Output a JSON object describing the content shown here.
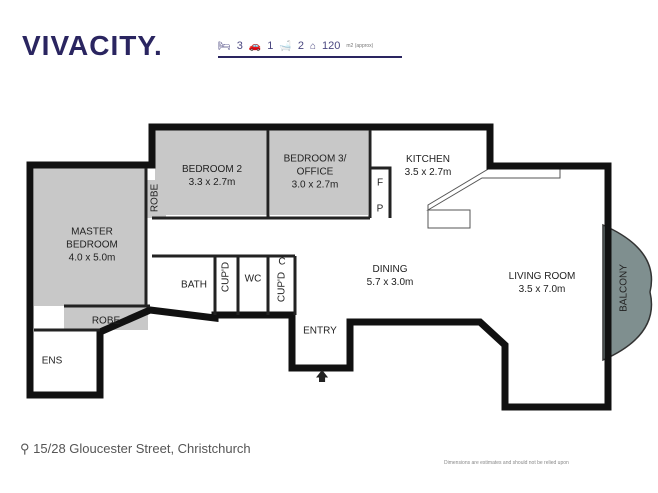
{
  "brand": {
    "logo": "VIVACITY."
  },
  "stats": {
    "bedrooms": "3",
    "parking": "1",
    "bathrooms": "2",
    "area": "120",
    "area_unit": "m2 (approx)"
  },
  "rooms": {
    "master": "MASTER\nBEDROOM\n4.0 x 5.0m",
    "bed2": "BEDROOM 2\n3.3 x 2.7m",
    "bed3": "BEDROOM 3/\nOFFICE\n3.0 x 2.7m",
    "kitchen": "KITCHEN\n3.5 x 2.7m",
    "dining": "DINING\n5.7 x 3.0m",
    "living": "LIVING ROOM\n3.5 x 7.0m",
    "balcony": "BALCONY",
    "entry": "ENTRY",
    "bath": "BATH",
    "wc": "WC",
    "cupd1": "CUP'D",
    "cupd2": "CUP'D",
    "c": "C",
    "robe1": "ROBE",
    "robe2": "ROBE",
    "ens": "ENS",
    "f": "F",
    "p": "P"
  },
  "footer": {
    "address": "15/28 Gloucester Street, Christchurch",
    "disclaimer": "Dimensions are estimates and should not be relied upon"
  },
  "colors": {
    "brand": "#2a2560",
    "room_grey": "#c8c8c8",
    "balcony": "#7f8f8f"
  }
}
